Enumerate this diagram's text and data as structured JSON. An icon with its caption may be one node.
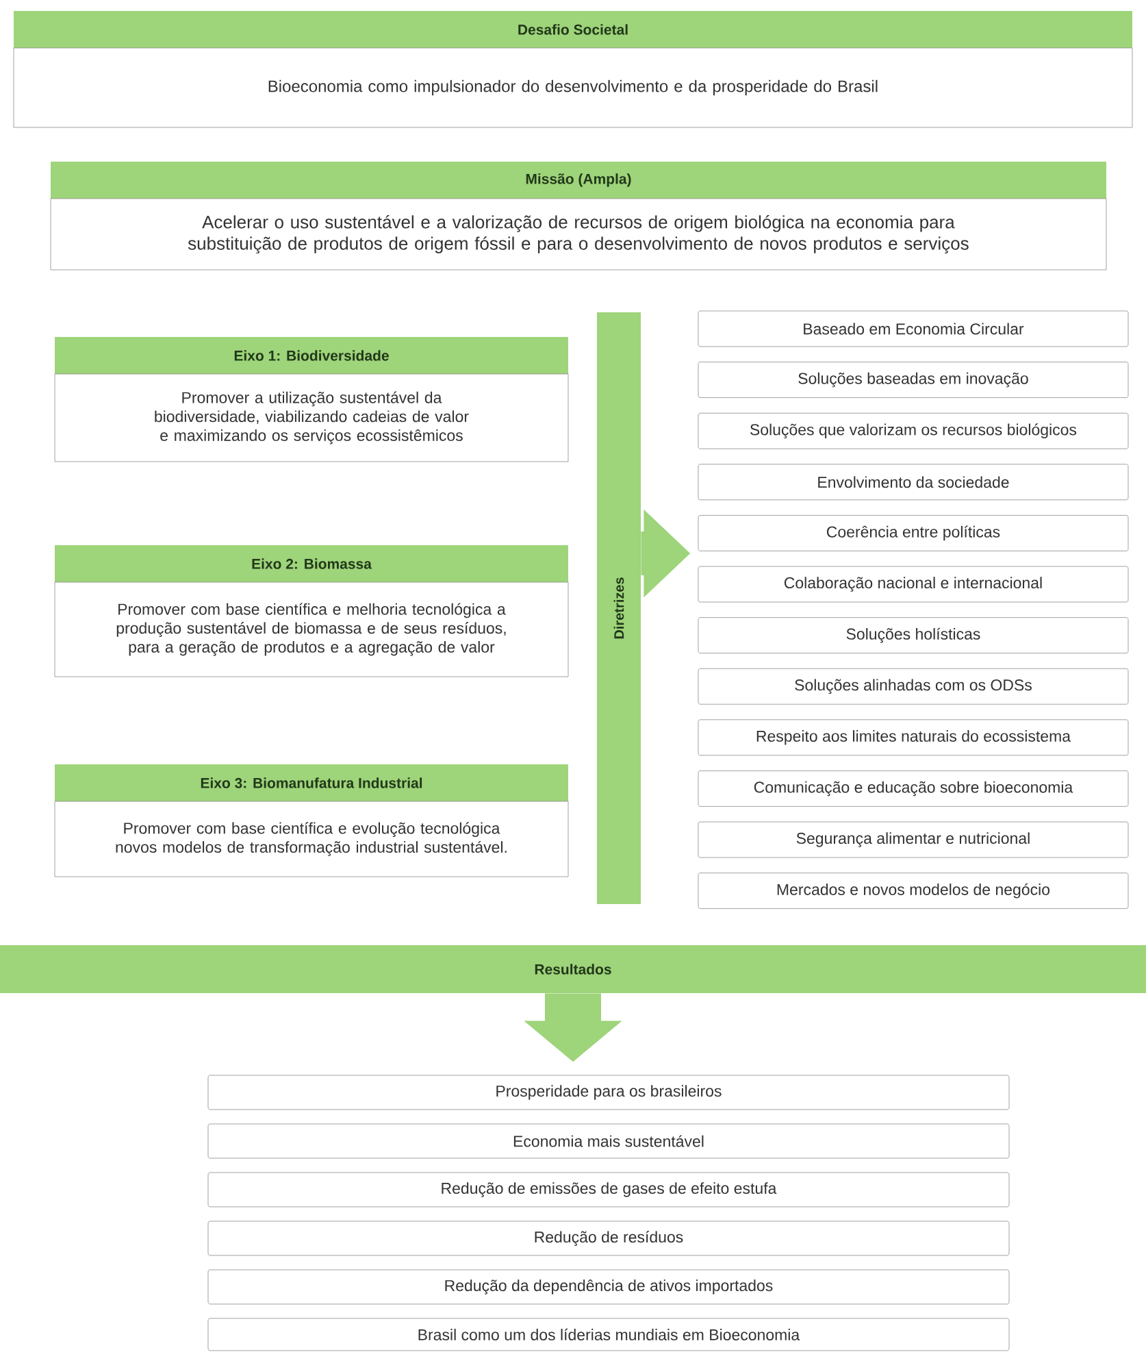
{
  "diagram": {
    "nodes": [
      {
        "text": [
          "Desafio Societal",
          "Bioeconomia como impulsionador do desenvolvimento e da prosperidade do Brasil"
        ]
      },
      {
        "text": [
          "Missão (Ampla)",
          "Acelerar o uso sustentável e a valorização de recursos de origem biológica na economia para substituição de produtos de origem fóssil e para o desenvolvimento de novos produtos e serviços"
        ]
      },
      {
        "text": [
          "Eixo 1: Biodiversidade",
          "Promover a utilização sustentável da biodiversidade, viabilizando cadeias de valor e maximizando os serviços ecossistêmicos"
        ]
      },
      {
        "text": [
          "Eixo 2: Biomassa",
          "Promover com base científica e melhoria tecnológica a produção sustentável de biomassa e de seus resíduos, para a geração de produtos e a agregação de valor"
        ]
      },
      {
        "text": [
          "Eixo 3: Biomanufatura Industrial",
          "Promover com base científica e evolução tecnológica novos modelos de transformação industrial sustentável."
        ]
      },
      {
        "text": [
          "Diretrizes"
        ]
      },
      {
        "text": [
          "Baseado em Economia Circular"
        ]
      },
      {
        "text": [
          "Soluções baseadas em inovação"
        ]
      },
      {
        "text": [
          "Soluções que valorizam os recursos biológicos"
        ]
      },
      {
        "text": [
          "Envolvimento da sociedade"
        ]
      },
      {
        "text": [
          "Coerência entre políticas"
        ]
      },
      {
        "text": [
          "Colaboração nacional e internacional"
        ]
      },
      {
        "text": [
          "Soluções holísticas"
        ]
      },
      {
        "text": [
          "Soluções alinhadas com os ODSs"
        ]
      },
      {
        "text": [
          "Respeito aos limites naturais do ecossistema"
        ]
      },
      {
        "text": [
          "Comunicação e educação sobre bioeconomia"
        ]
      },
      {
        "text": [
          "Segurança alimentar e nutricional"
        ]
      },
      {
        "text": [
          "Mercados e novos modelos de negócio"
        ]
      },
      {
        "text": [
          "Resultados"
        ]
      },
      {
        "text": [
          "Prosperidade para os brasileiros"
        ]
      },
      {
        "text": [
          "Economia mais sustentável"
        ]
      },
      {
        "text": [
          "Redução de emissões de gases de efeito estufa"
        ]
      },
      {
        "text": [
          "Redução de resíduos"
        ]
      },
      {
        "text": [
          "Redução da dependência de ativos importados"
        ]
      },
      {
        "text": [
          "Brasil como um dos líderias mundiais em Bioeconomia"
        ]
      }
    ],
    "edges": [
      {
        "from": 5,
        "to": null,
        "arrow": "to"
      },
      {
        "from": 18,
        "to": null,
        "arrow": "to"
      }
    ]
  }
}
